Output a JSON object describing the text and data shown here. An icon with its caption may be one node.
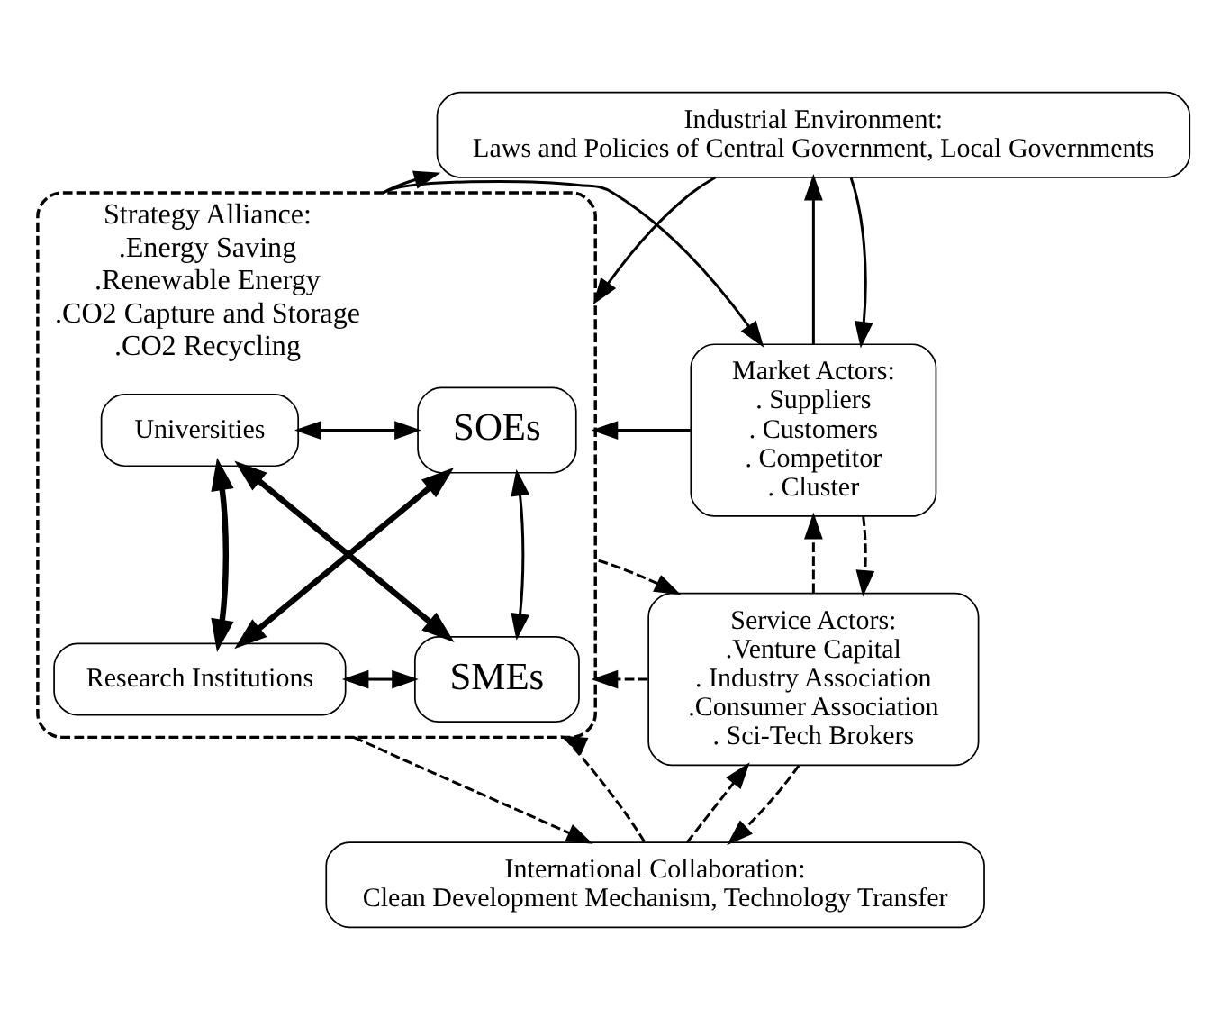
{
  "diagram": {
    "nodes": [
      {
        "text": [
          "Industrial Environment:",
          "Laws and Policies of Central Government, Local Governments"
        ]
      },
      {
        "text": [
          "Market Actors:",
          ". Suppliers",
          ". Customers",
          ". Competitor",
          ". Cluster"
        ]
      },
      {
        "text": [
          "Strategy Alliance:",
          ".Energy Saving",
          ".Renewable Energy",
          ".CO2 Capture and Storage",
          ".CO2 Recycling"
        ]
      },
      {
        "text": [
          "SOEs"
        ],
        "in": 2
      },
      {
        "text": [
          "Universities"
        ],
        "in": 2
      },
      {
        "text": [
          "SMEs"
        ],
        "in": 2
      },
      {
        "text": [
          "Research Institutions"
        ],
        "in": 2
      },
      {
        "text": [
          "Service Actors:",
          ".Venture Capital",
          ". Industry Association",
          ".Consumer Association",
          ". Sci-Tech Brokers"
        ]
      },
      {
        "text": [
          "International Collaboration:",
          "Clean Development Mechanism, Technology Transfer"
        ]
      }
    ],
    "edges": [
      {
        "from": 1,
        "to": 0,
        "arrow": "to"
      },
      {
        "from": 0,
        "to": 1,
        "arrow": "to"
      },
      {
        "from": 2,
        "to": 0,
        "arrow": "to"
      },
      {
        "from": 0,
        "to": 2,
        "arrow": "to"
      },
      {
        "from": 2,
        "to": 1,
        "arrow": "to"
      },
      {
        "from": 1,
        "to": 2,
        "arrow": "to"
      },
      {
        "from": 7,
        "to": 1,
        "arrow": "to",
        "style": "dashed"
      },
      {
        "from": 1,
        "to": 7,
        "arrow": "to",
        "style": "dashed"
      },
      {
        "from": 7,
        "to": 2,
        "arrow": "to",
        "style": "dashed"
      },
      {
        "from": 2,
        "to": 7,
        "arrow": "to",
        "style": "dashed"
      },
      {
        "from": 8,
        "to": 7,
        "arrow": "to",
        "style": "dashed"
      },
      {
        "from": 7,
        "to": 8,
        "arrow": "to",
        "style": "dashed"
      },
      {
        "from": 8,
        "to": 2,
        "arrow": "to",
        "style": "dashed"
      },
      {
        "from": 2,
        "to": 8,
        "arrow": "to",
        "style": "dashed"
      },
      {
        "from": 3,
        "to": 4,
        "arrow": "both"
      },
      {
        "from": 3,
        "to": 5,
        "arrow": "both"
      },
      {
        "from": 4,
        "to": 6,
        "arrow": "both",
        "style": "thick"
      },
      {
        "from": 5,
        "to": 6,
        "arrow": "both"
      },
      {
        "from": 3,
        "to": 6,
        "arrow": "both",
        "style": "thick"
      },
      {
        "from": 4,
        "to": 5,
        "arrow": "both",
        "style": "thick"
      }
    ]
  }
}
